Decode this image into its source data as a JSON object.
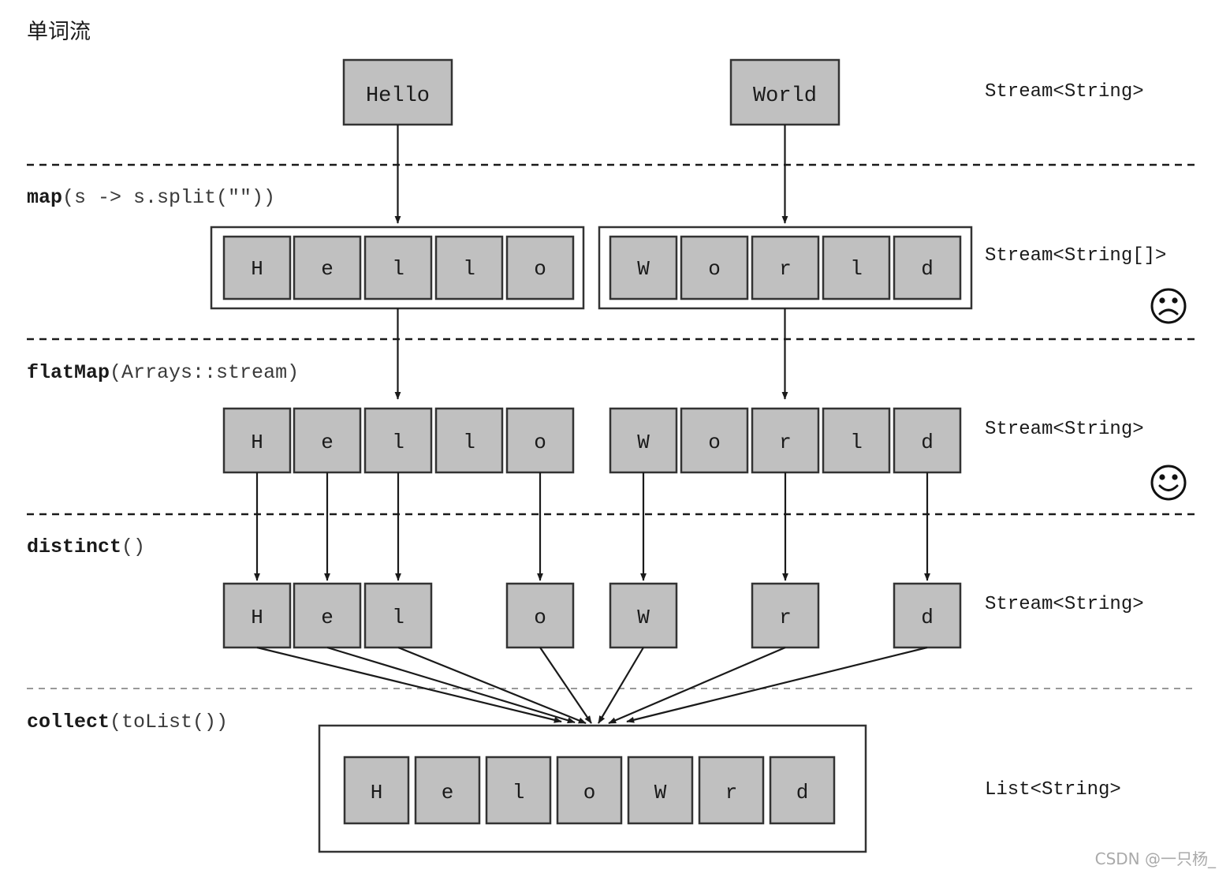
{
  "title": "单词流",
  "watermark": "CSDN @一只杨_",
  "stages": [
    {
      "id": "source",
      "op_name": "",
      "op_args": "",
      "type_label": "Stream<String>",
      "face": "",
      "items": [
        "Hello",
        "World"
      ]
    },
    {
      "id": "map",
      "op_name": "map",
      "op_args": "(s -> s.split(\"\"))",
      "type_label": "Stream<String[]>",
      "face": "sad",
      "groups": [
        [
          "H",
          "e",
          "l",
          "l",
          "o"
        ],
        [
          "W",
          "o",
          "r",
          "l",
          "d"
        ]
      ]
    },
    {
      "id": "flatMap",
      "op_name": "flatMap",
      "op_args": "(Arrays::stream)",
      "type_label": "Stream<String>",
      "face": "happy",
      "items": [
        "H",
        "e",
        "l",
        "l",
        "o",
        "W",
        "o",
        "r",
        "l",
        "d"
      ]
    },
    {
      "id": "distinct",
      "op_name": "distinct",
      "op_args": "()",
      "type_label": "Stream<String>",
      "face": "",
      "items": [
        "H",
        "e",
        "l",
        "o",
        "W",
        "r",
        "d"
      ]
    },
    {
      "id": "collect",
      "op_name": "collect",
      "op_args": "(toList())",
      "type_label": "List<String>",
      "face": "",
      "items": [
        "H",
        "e",
        "l",
        "o",
        "W",
        "r",
        "d"
      ]
    }
  ],
  "colors": {
    "cell_fill": "#c0c0c0",
    "stroke": "#333333",
    "line": "#1a1a1a",
    "watermark": "#aaaaaa"
  }
}
